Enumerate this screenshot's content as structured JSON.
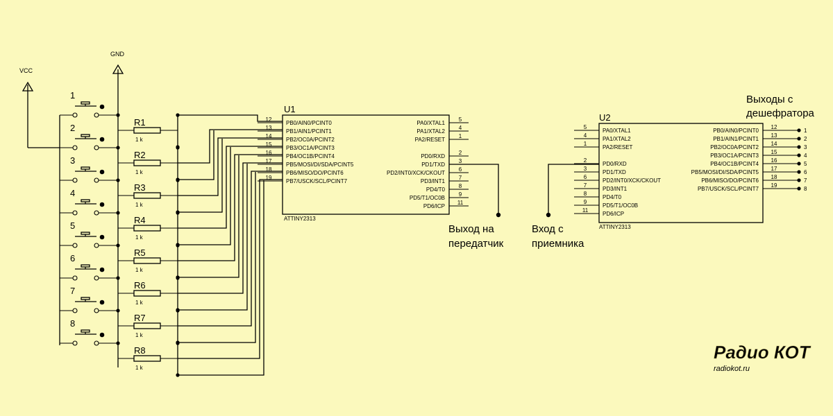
{
  "power": {
    "vcc": "VCC",
    "gnd": "GND"
  },
  "buttons": [
    "1",
    "2",
    "3",
    "4",
    "5",
    "6",
    "7",
    "8"
  ],
  "resistors": [
    {
      "name": "R1",
      "value": "1 k"
    },
    {
      "name": "R2",
      "value": "1 k"
    },
    {
      "name": "R3",
      "value": "1 k"
    },
    {
      "name": "R4",
      "value": "1 k"
    },
    {
      "name": "R5",
      "value": "1 k"
    },
    {
      "name": "R6",
      "value": "1 k"
    },
    {
      "name": "R7",
      "value": "1 k"
    },
    {
      "name": "R8",
      "value": "1 k"
    }
  ],
  "u1": {
    "ref": "U1",
    "part": "ATTINY2313",
    "left_pins": [
      {
        "num": "12",
        "name": "PB0/AIN0/PCINT0"
      },
      {
        "num": "13",
        "name": "PB1/AIN1/PCINT1"
      },
      {
        "num": "14",
        "name": "PB2/OC0A/PCINT2"
      },
      {
        "num": "15",
        "name": "PB3/OC1A/PCINT3"
      },
      {
        "num": "16",
        "name": "PB4/OC1B/PCINT4"
      },
      {
        "num": "17",
        "name": "PB5/MOSI/DI/SDA/PCINT5"
      },
      {
        "num": "18",
        "name": "PB6/MISO/DO/PCINT6"
      },
      {
        "num": "19",
        "name": "PB7/USCK/SCL/PCINT7"
      }
    ],
    "right_pins": [
      {
        "num": "5",
        "name": "PA0/XTAL1"
      },
      {
        "num": "4",
        "name": "PA1/XTAL2"
      },
      {
        "num": "1",
        "name": "PA2/RESET"
      },
      {
        "num": "2",
        "name": "PD0/RXD"
      },
      {
        "num": "3",
        "name": "PD1/TXD"
      },
      {
        "num": "6",
        "name": "PD2/INT0/XCK/CKOUT"
      },
      {
        "num": "7",
        "name": "PD3/INT1"
      },
      {
        "num": "8",
        "name": "PD4/T0"
      },
      {
        "num": "9",
        "name": "PD5/T1/OC0B"
      },
      {
        "num": "11",
        "name": "PD6/ICP"
      }
    ],
    "output_label": [
      "Выход на",
      "передатчик"
    ]
  },
  "u2": {
    "ref": "U2",
    "part": "ATTINY2313",
    "left_pins": [
      {
        "num": "5",
        "name": "PA0/XTAL1"
      },
      {
        "num": "4",
        "name": "PA1/XTAL2"
      },
      {
        "num": "1",
        "name": "PA2/RESET"
      },
      {
        "num": "2",
        "name": "PD0/RXD"
      },
      {
        "num": "3",
        "name": "PD1/TXD"
      },
      {
        "num": "6",
        "name": "PD2/INT0/XCK/CKOUT"
      },
      {
        "num": "7",
        "name": "PD3/INT1"
      },
      {
        "num": "8",
        "name": "PD4/T0"
      },
      {
        "num": "9",
        "name": "PD5/T1/OC0B"
      },
      {
        "num": "11",
        "name": "PD6/ICP"
      }
    ],
    "right_pins": [
      {
        "num": "12",
        "name": "PB0/AIN0/PCINT0"
      },
      {
        "num": "13",
        "name": "PB1/AIN1/PCINT1"
      },
      {
        "num": "14",
        "name": "PB2/OC0A/PCINT2"
      },
      {
        "num": "15",
        "name": "PB3/OC1A/PCINT3"
      },
      {
        "num": "16",
        "name": "PB4/OC1B/PCINT4"
      },
      {
        "num": "17",
        "name": "PB5/MOSI/DI/SDA/PCINT5"
      },
      {
        "num": "18",
        "name": "PB6/MISO/DO/PCINT6"
      },
      {
        "num": "19",
        "name": "PB7/USCK/SCL/PCINT7"
      }
    ],
    "input_label": [
      "Вход с",
      "приемника"
    ],
    "outputs_label": [
      "Выходы с",
      "дешефратора"
    ],
    "outputs": [
      "1",
      "2",
      "3",
      "4",
      "5",
      "6",
      "7",
      "8"
    ]
  },
  "watermark": {
    "logo": "Радио КОТ",
    "site": "radiokot.ru"
  }
}
